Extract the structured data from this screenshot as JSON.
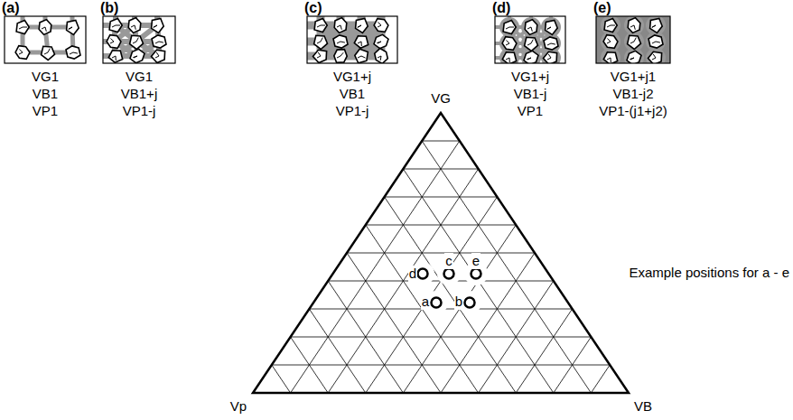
{
  "diagram": {
    "labels": [
      "(a)",
      "VG1",
      "VB1",
      "VP1",
      "(b)",
      "VG1",
      "VB1+j",
      "VP1-j",
      "(c)",
      "VG1+j",
      "VB1",
      "VP1-j",
      "(d)",
      "VG1+j",
      "VB1-j",
      "VP1",
      "(e)",
      "VG1+j1",
      "VB1-j2",
      "VP1-(j1+j2)",
      "VG",
      "Example positions for a - e",
      "d",
      "c",
      "e",
      "a",
      "b",
      "Vp",
      "VB"
    ]
  }
}
